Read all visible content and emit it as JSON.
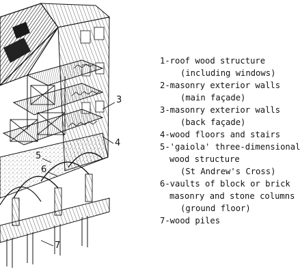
{
  "callouts": {
    "c3": "3",
    "c4": "4",
    "c5": "5",
    "c6": "6",
    "c7": "7"
  },
  "legend": [
    {
      "text": "1-roof wood structure",
      "indent": 0
    },
    {
      "text": "(including windows)",
      "indent": 2
    },
    {
      "text": "2-masonry exterior walls",
      "indent": 0
    },
    {
      "text": "(main façade)",
      "indent": 2
    },
    {
      "text": "3-masonry exterior walls",
      "indent": 0
    },
    {
      "text": "(back façade)",
      "indent": 2
    },
    {
      "text": "4-wood floors and stairs",
      "indent": 0
    },
    {
      "text": "5-'gaiola' three-dimensional",
      "indent": 0
    },
    {
      "text": "wood structure",
      "indent": 1
    },
    {
      "text": "(St Andrew's Cross)",
      "indent": 2
    },
    {
      "text": "6-vaults of block or brick",
      "indent": 0
    },
    {
      "text": "masonry and stone columns",
      "indent": 1
    },
    {
      "text": "(ground floor)",
      "indent": 2
    },
    {
      "text": "7-wood piles",
      "indent": 0
    }
  ]
}
